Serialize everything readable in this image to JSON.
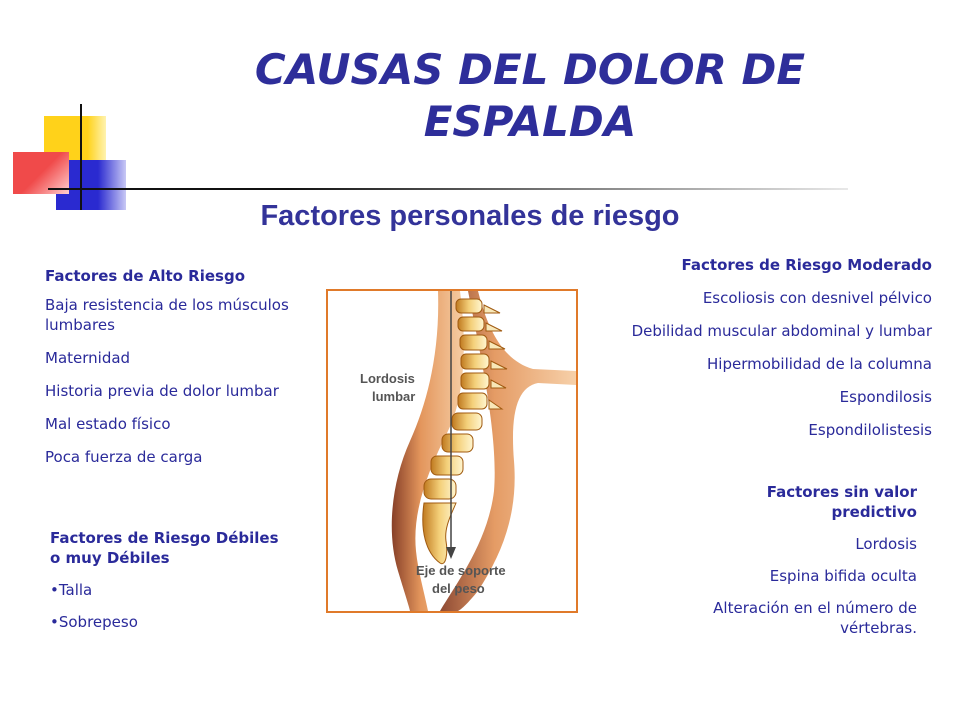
{
  "title": "CAUSAS DEL DOLOR DE ESPALDA",
  "subtitle": "Factores personales de riesgo",
  "high_risk": {
    "heading": "Factores de Alto Riesgo",
    "items": [
      "Baja resistencia de los músculos lumbares",
      "Maternidad",
      "Historia previa de dolor lumbar",
      "Mal estado físico",
      "Poca fuerza de carga"
    ]
  },
  "moderate_risk": {
    "heading": "Factores de Riesgo Moderado",
    "items": [
      "Escoliosis con desnivel pélvico",
      "Debilidad muscular abdominal y lumbar",
      "Hipermobilidad de la columna",
      "Espondilosis",
      "Espondilolistesis"
    ]
  },
  "weak_risk": {
    "heading": "Factores de Riesgo Débiles o muy Débiles",
    "items": [
      "•Talla",
      "•Sobrepeso"
    ]
  },
  "no_predictive": {
    "heading": "Factores sin valor predictivo",
    "items": [
      "Lordosis",
      "Espina bifida oculta",
      "Alteración en el número de vértebras."
    ]
  },
  "figure": {
    "label_lordosis_1": "Lordosis",
    "label_lordosis_2": "lumbar",
    "label_axis_1": "Eje de soporte",
    "label_axis_2": "del peso"
  },
  "colors": {
    "title": "#2e2e9a",
    "text": "#2a2a9a",
    "figure_border": "#e07a2a",
    "deco_yellow": "#ffd21a",
    "deco_blue": "#2a2ad0",
    "deco_red": "#f04a4a"
  }
}
